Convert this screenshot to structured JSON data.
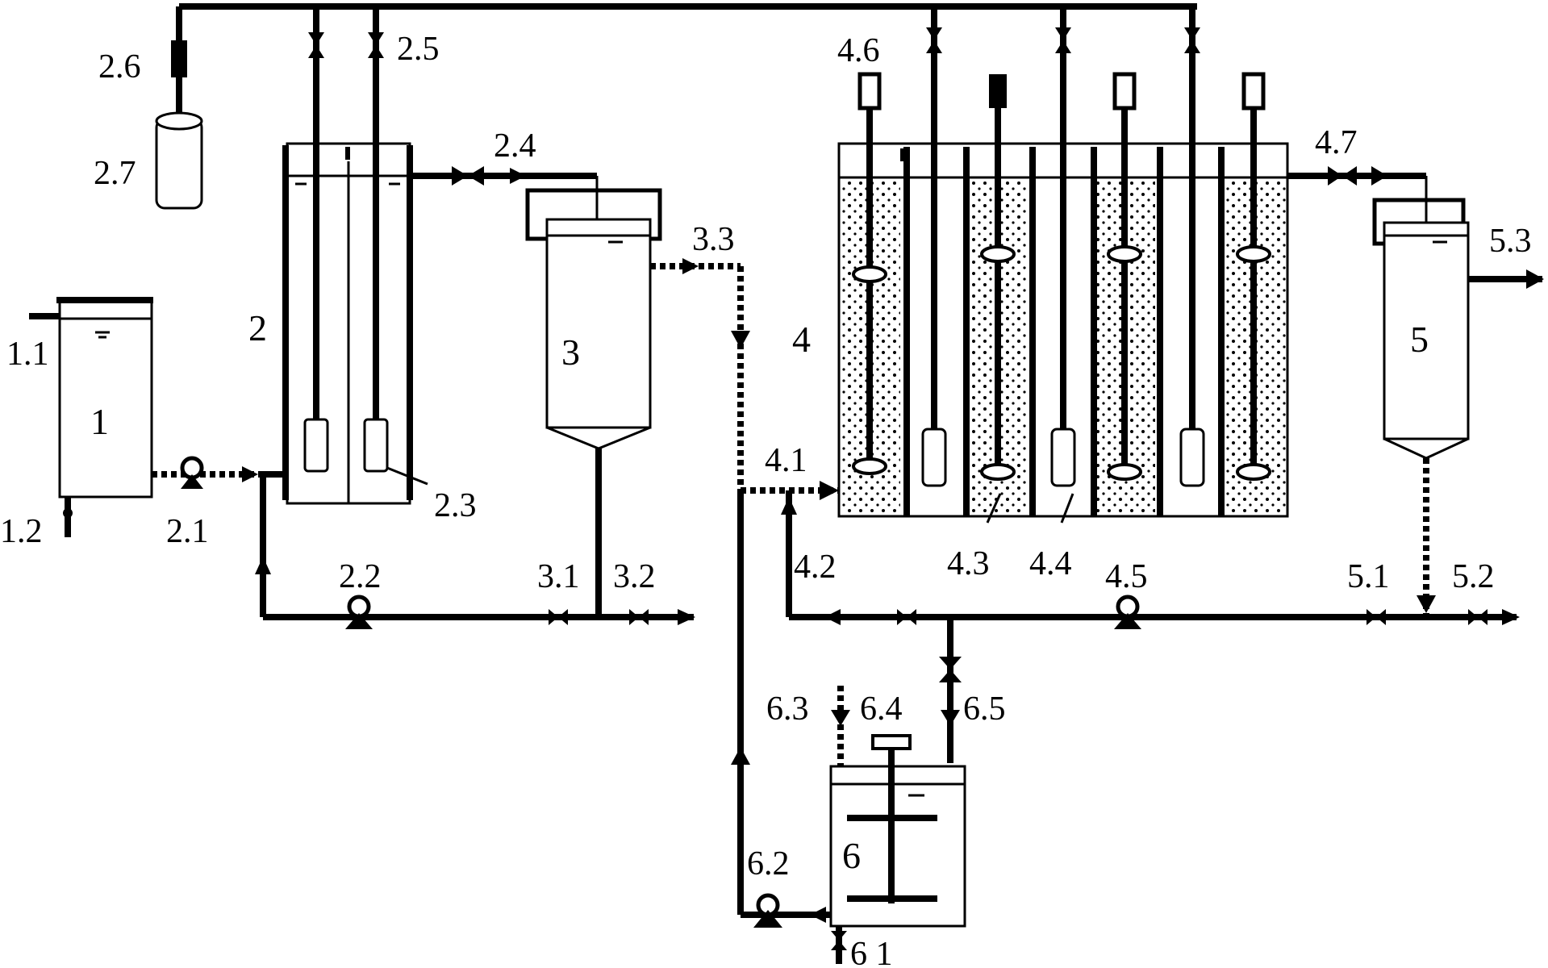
{
  "labels": {
    "l1": "1",
    "l1_1": "1.1",
    "l1_2": "1.2",
    "l2": "2",
    "l2_1": "2.1",
    "l2_2": "2.2",
    "l2_3": "2.3",
    "l2_4": "2.4",
    "l2_5": "2.5",
    "l2_6": "2.6",
    "l2_7": "2.7",
    "l3": "3",
    "l3_1": "3.1",
    "l3_2": "3.2",
    "l3_3": "3.3",
    "l4": "4",
    "l4_1": "4.1",
    "l4_2": "4.2",
    "l4_3": "4.3",
    "l4_4": "4.4",
    "l4_5": "4.5",
    "l4_6": "4.6",
    "l4_7": "4.7",
    "l5": "5",
    "l5_1": "5.1",
    "l5_2": "5.2",
    "l5_3": "5.3",
    "l6": "6",
    "l6_1": "6 1",
    "l6_2": "6.2",
    "l6_3": "6.3",
    "l6_4": "6.4",
    "l6_5": "6.5"
  },
  "colors": {
    "line": "#000000",
    "background": "#ffffff"
  }
}
